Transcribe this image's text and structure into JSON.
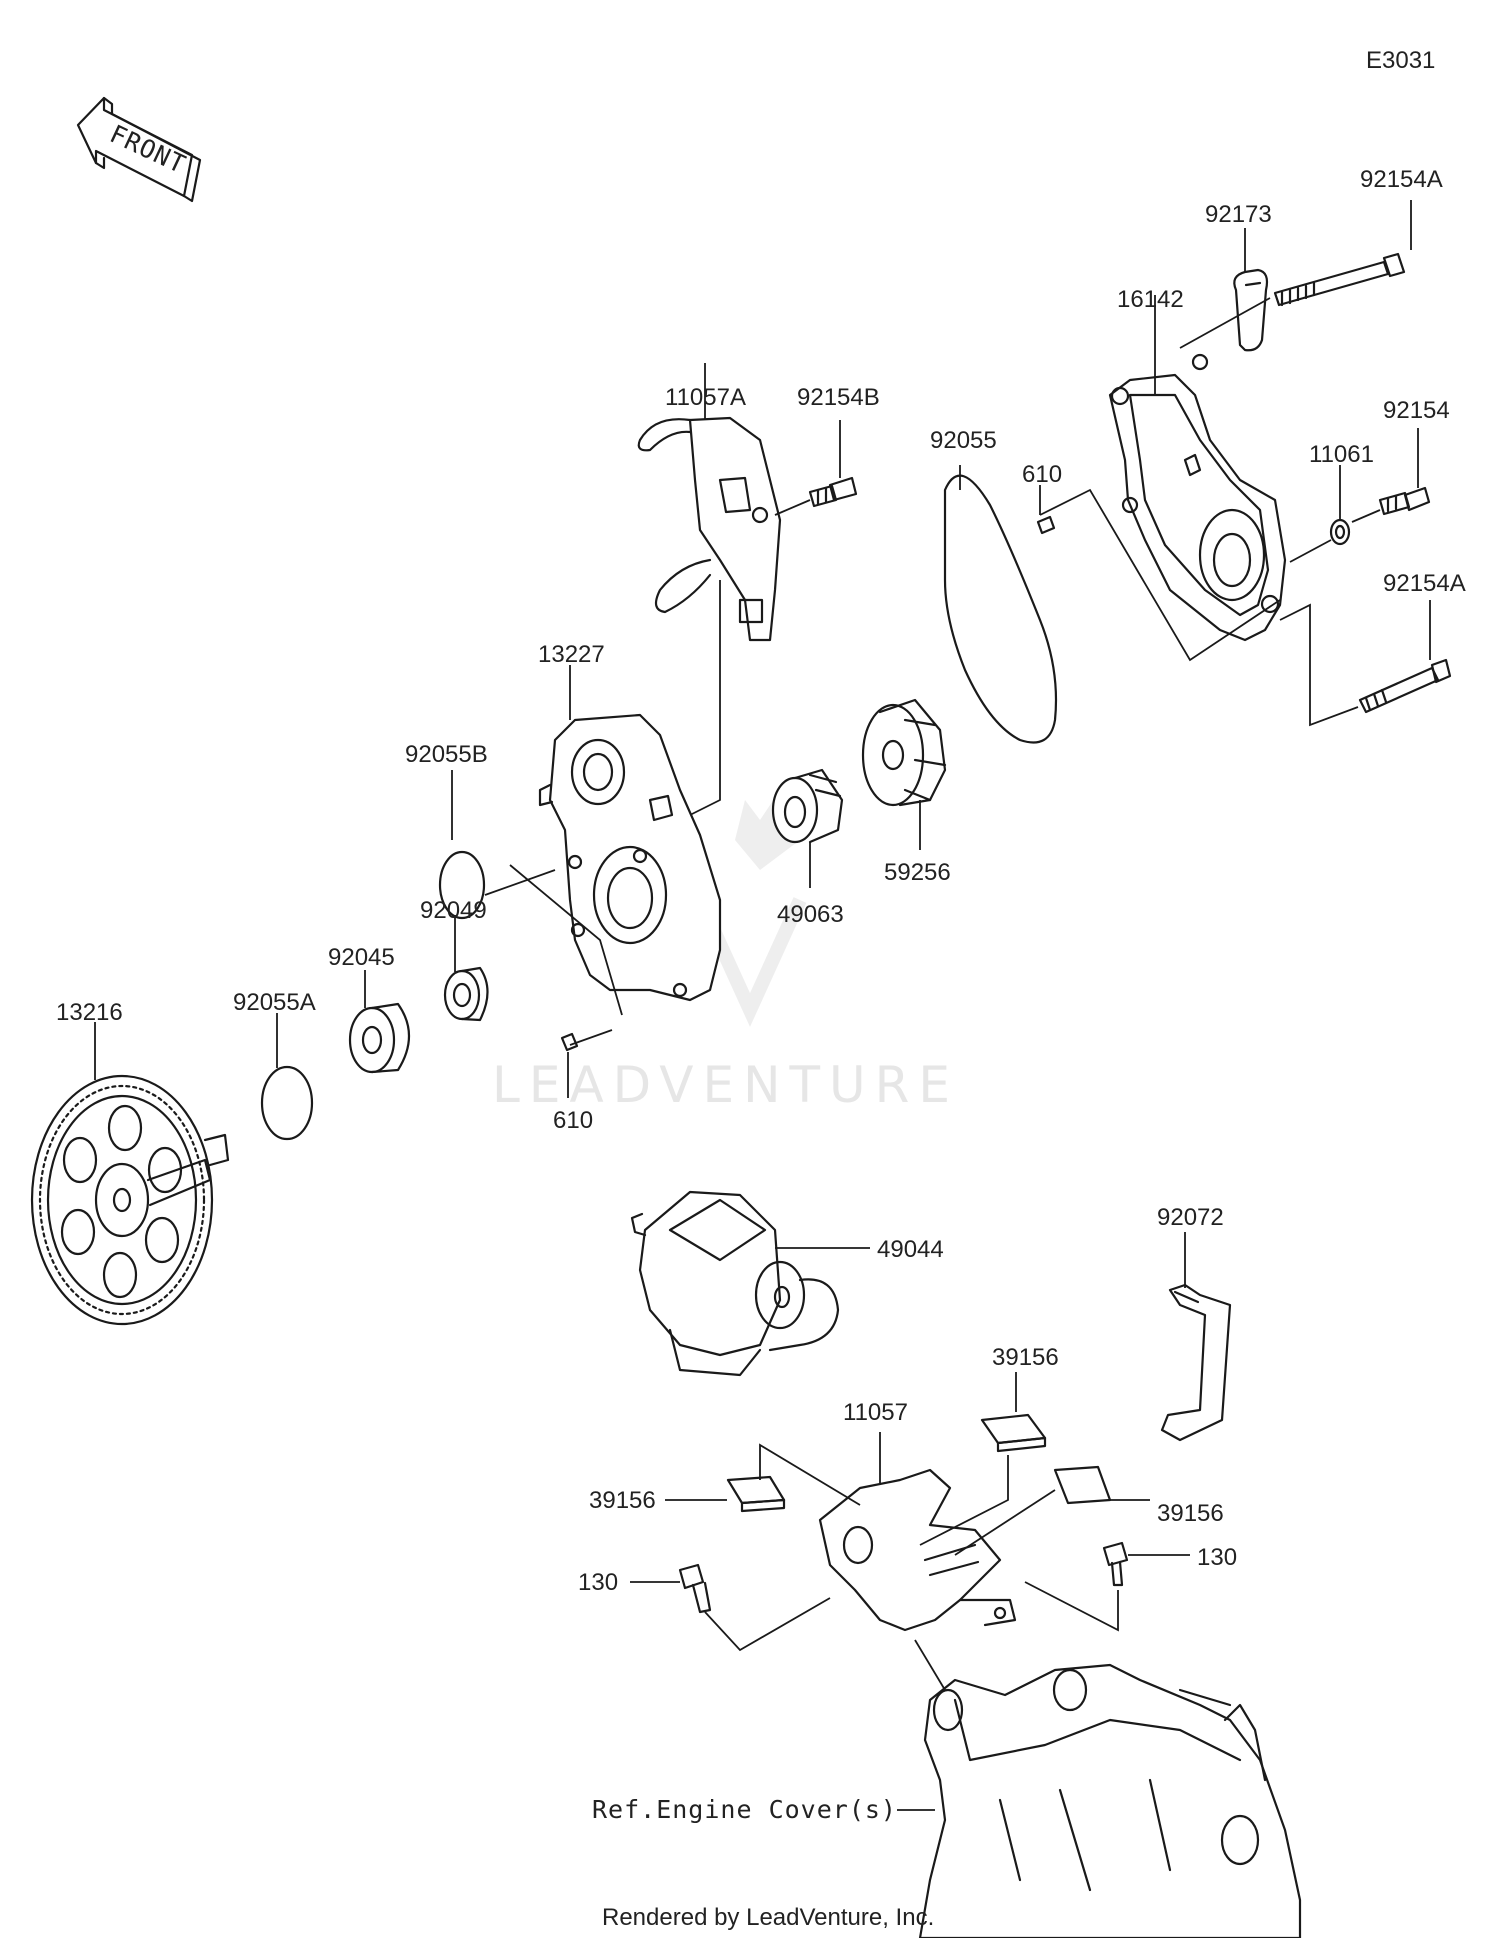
{
  "diagram_code": "E3031",
  "front_label": "FRONT",
  "watermark": "LEADVENTURE",
  "footer": "Rendered by LeadVenture, Inc.",
  "ref_label": "Ref.Engine Cover(s)",
  "parts": {
    "p92154A_top": "92154A",
    "p92173": "92173",
    "p16142": "16142",
    "p11057A": "11057A",
    "p92154B": "92154B",
    "p92055": "92055",
    "p610_top": "610",
    "p11061": "11061",
    "p92154": "92154",
    "p92154A_bottom": "92154A",
    "p13227": "13227",
    "p92055B": "92055B",
    "p92049": "92049",
    "p92045": "92045",
    "p92055A": "92055A",
    "p13216": "13216",
    "p49063": "49063",
    "p59256": "59256",
    "p610_bottom": "610",
    "p49044": "49044",
    "p92072": "92072",
    "p39156_top": "39156",
    "p11057": "11057",
    "p39156_left": "39156",
    "p39156_right": "39156",
    "p130_left": "130",
    "p130_right": "130"
  }
}
